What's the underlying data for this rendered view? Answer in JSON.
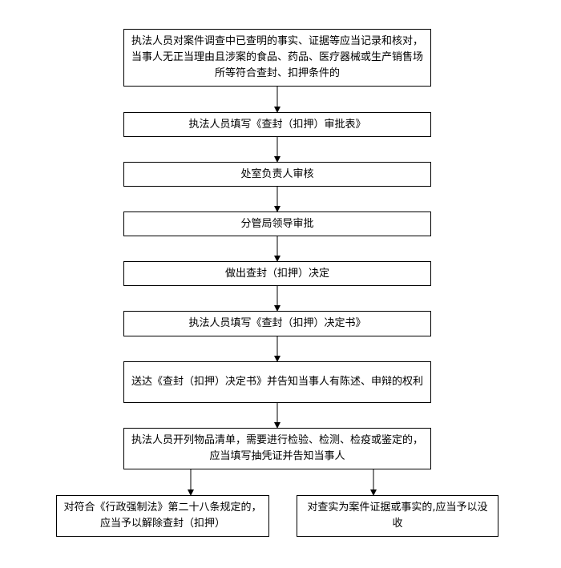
{
  "steps": [
    {
      "id": "step-1",
      "text": "执法人员对案件调查中已查明的事实、证据等应当记录和核对，当事人无正当理由且涉案的食品、药品、医疗器械或生产销售场所等符合查封、扣押条件的"
    },
    {
      "id": "step-2",
      "text": "执法人员填写《查封（扣押）审批表》"
    },
    {
      "id": "step-3",
      "text": "处室负责人审核"
    },
    {
      "id": "step-4",
      "text": "分管局领导审批"
    },
    {
      "id": "step-5",
      "text": "做出查封（扣押）决定"
    },
    {
      "id": "step-6",
      "text": "执法人员填写《查封（扣押）决定书》"
    },
    {
      "id": "step-7",
      "text": "送达《查封（扣押）决定书》并告知当事人有陈述、申辩的权利"
    },
    {
      "id": "step-8",
      "text": "执法人员开列物品清单，需要进行检验、检测、检疫或鉴定的，应当填写抽凭证并告知当事人"
    }
  ],
  "outcomes": [
    {
      "id": "outcome-left",
      "text": "对符合《行政强制法》第二十八条规定的，应当予以解除查封（扣押）"
    },
    {
      "id": "outcome-right",
      "text": "对查实为案件证据或事实的,应当予以没收"
    }
  ]
}
